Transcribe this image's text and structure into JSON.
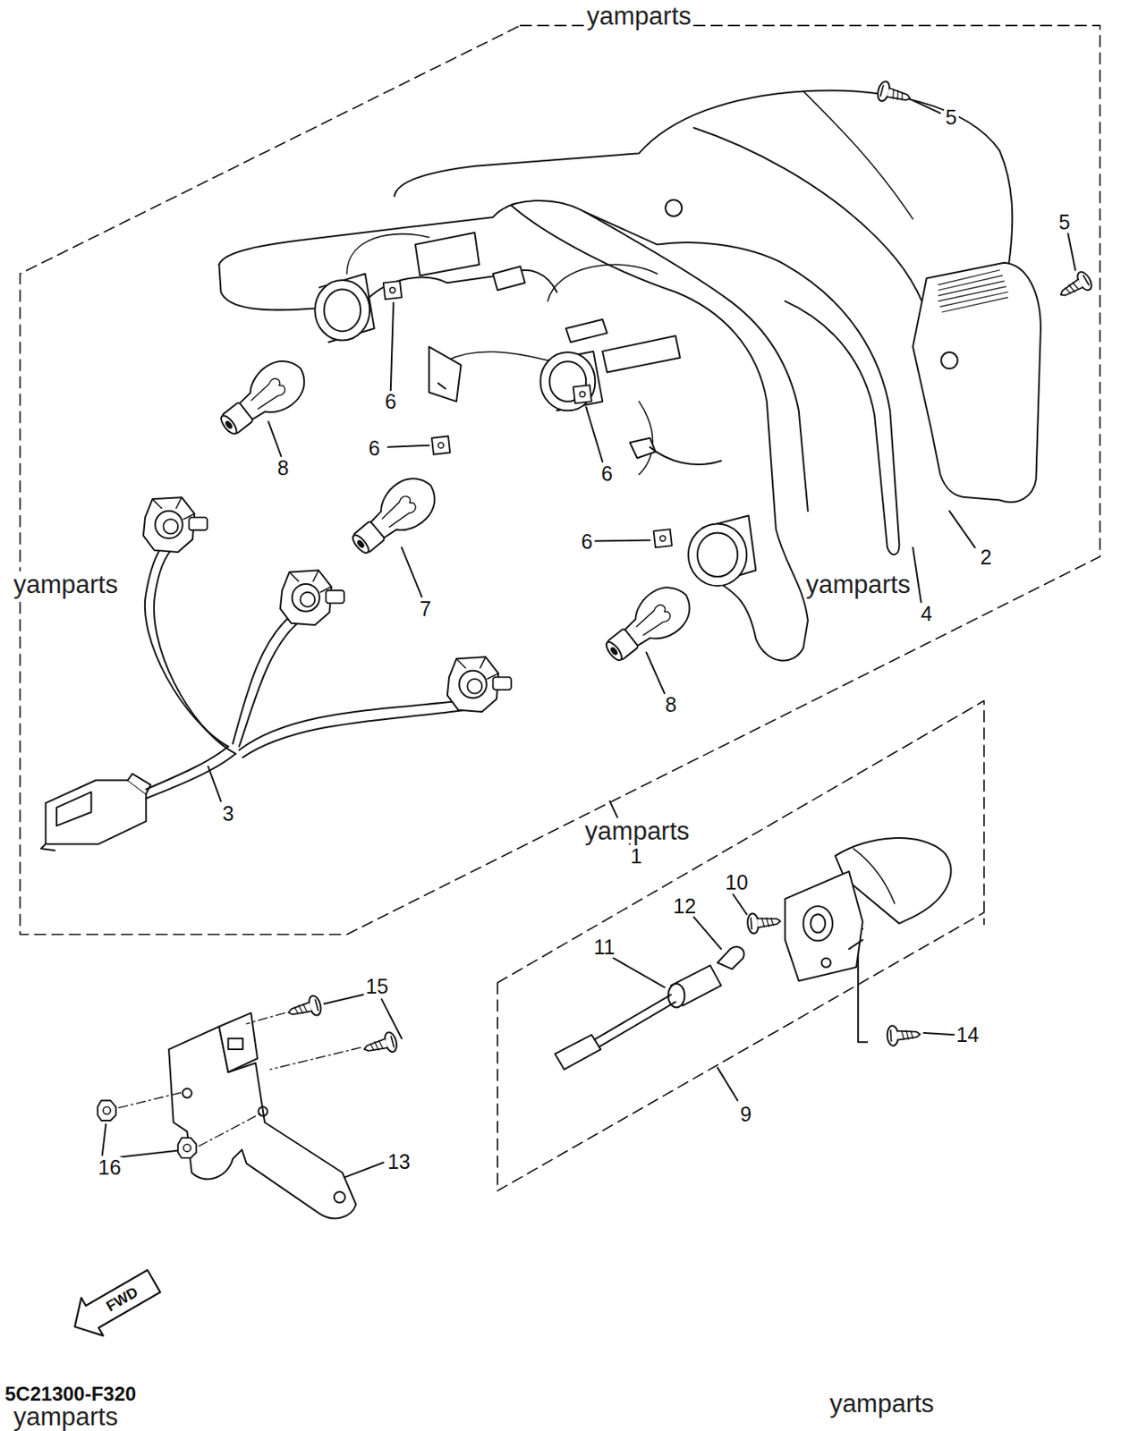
{
  "diagram": {
    "labels": [
      "yamparts",
      "5",
      "5",
      "6",
      "6",
      "8",
      "6",
      "6",
      "2",
      "yamparts",
      "yamparts",
      "4",
      "7",
      "8",
      "3",
      "yamparts",
      "1",
      "10",
      "12",
      "11",
      "15",
      "14",
      "9",
      "13",
      "16",
      "FWD",
      "5C21300-F320",
      "yamparts",
      "yamparts"
    ]
  }
}
